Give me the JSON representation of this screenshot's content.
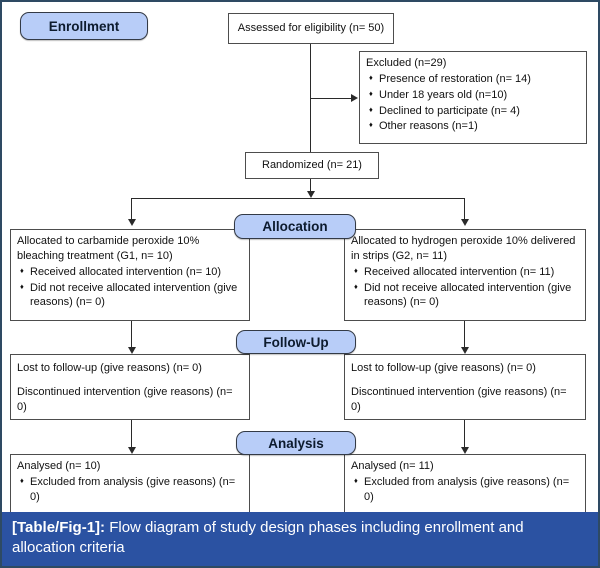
{
  "phases": {
    "enrollment": "Enrollment",
    "allocation": "Allocation",
    "follow_up": "Follow-Up",
    "analysis": "Analysis"
  },
  "boxes": {
    "assessed": "Assessed for eligibility (n= 50)",
    "excluded": {
      "title": "Excluded (n=29)",
      "items": [
        "Presence of restoration (n= 14)",
        "Under 18 years old (n=10)",
        "Declined to participate (n= 4)",
        "Other reasons (n=1)"
      ]
    },
    "randomized": "Randomized (n= 21)",
    "allocated_g1": {
      "title": "Allocated to carbamide peroxide 10% bleaching treatment (G1, n= 10)",
      "items": [
        "Received allocated intervention (n= 10)",
        "Did not receive allocated intervention (give reasons) (n= 0)"
      ]
    },
    "allocated_g2": {
      "title": "Allocated to hydrogen peroxide 10% delivered in strips (G2, n= 11)",
      "items": [
        "Received allocated intervention (n= 11)",
        "Did not receive allocated intervention (give reasons) (n= 0)"
      ]
    },
    "followup_left": {
      "lines": [
        "Lost to follow-up (give reasons) (n= 0)",
        "Discontinued intervention (give reasons) (n= 0)"
      ]
    },
    "followup_right": {
      "lines": [
        "Lost to follow-up (give reasons) (n= 0)",
        "Discontinued intervention (give reasons) (n= 0)"
      ]
    },
    "analysed_left": {
      "title": "Analysed  (n= 10)",
      "items": [
        "Excluded from analysis (give reasons) (n= 0)"
      ]
    },
    "analysed_right": {
      "title": "Analysed  (n= 11)",
      "items": [
        "Excluded from analysis (give reasons) (n= 0)"
      ]
    }
  },
  "caption": {
    "label": "[Table/Fig-1]:",
    "text": " Flow diagram of study design phases including enrollment and allocation criteria"
  },
  "colors": {
    "pill_fill": "#b8cdf8",
    "pill_border": "#333a46",
    "caption_bg": "#2b52a2",
    "frame_border": "#2e4a63",
    "box_border": "#4d4d4d",
    "line": "#2a2a2a"
  }
}
